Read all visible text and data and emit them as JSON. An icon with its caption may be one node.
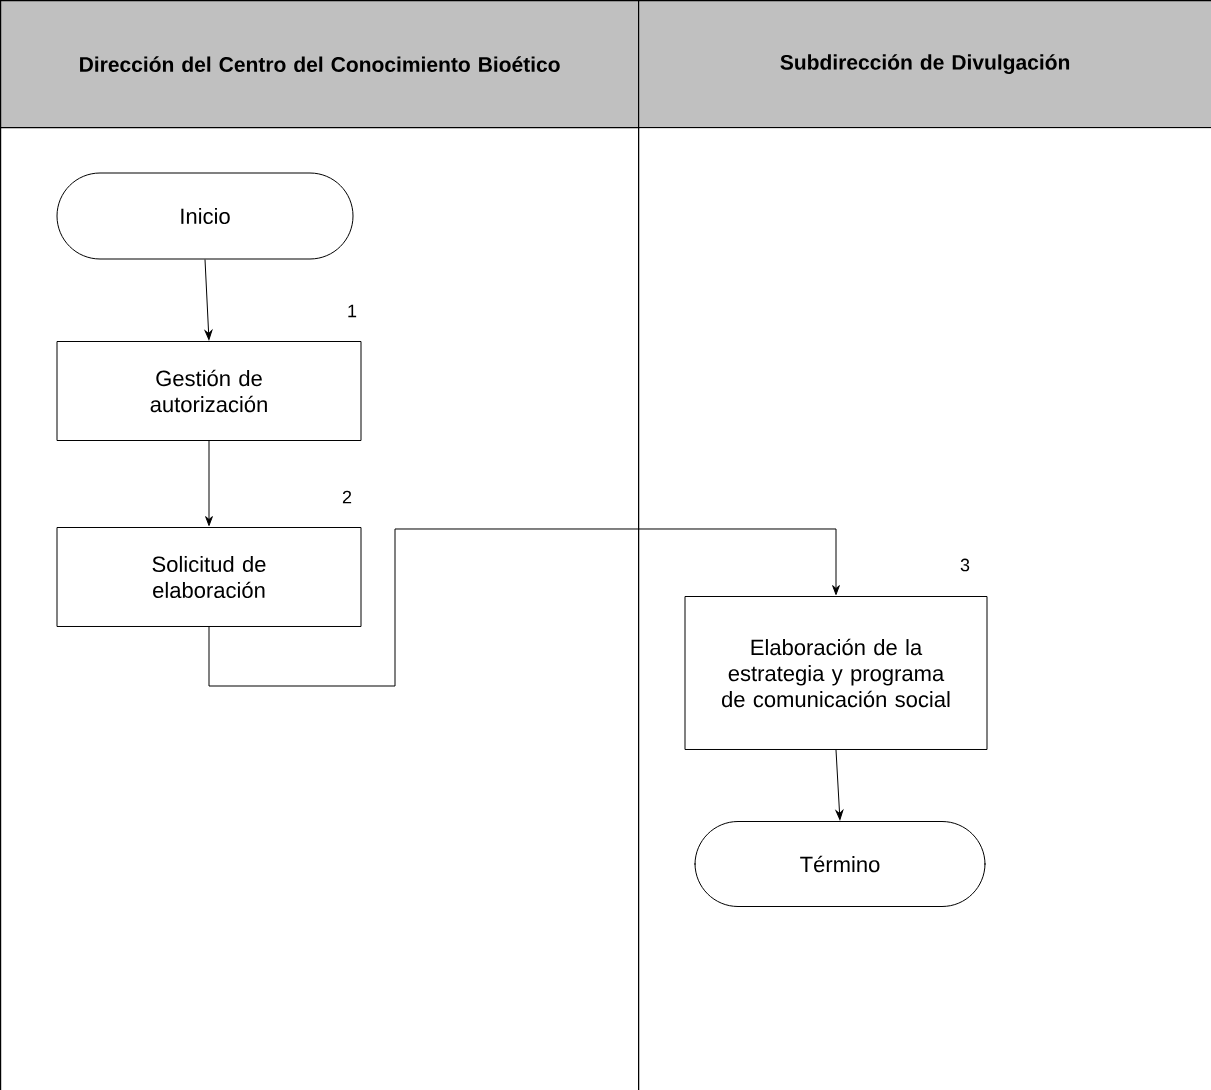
{
  "diagram": {
    "nodes": [
      {
        "text": [
          "Dirección del Centro del Conocimiento Bioético"
        ]
      },
      {
        "text": [
          "Subdirección de Divulgación"
        ]
      },
      {
        "text": [
          "Inicio"
        ],
        "in": 0
      },
      {
        "text": [
          "Gestión de autorización"
        ],
        "in": 0,
        "beside": [
          "1"
        ]
      },
      {
        "text": [
          "Solicitud de elaboración"
        ],
        "in": 0,
        "beside": [
          "2"
        ]
      },
      {
        "text": [
          "Elaboración de la estrategia y programa de comunicación social"
        ],
        "in": 1,
        "beside": [
          "3"
        ]
      },
      {
        "text": [
          "Término"
        ],
        "in": 1
      }
    ],
    "edges": [
      {
        "from": 2,
        "to": 3,
        "arrow": "to"
      },
      {
        "from": 3,
        "to": 4,
        "arrow": "to"
      },
      {
        "from": 4,
        "to": 5,
        "arrow": "to"
      },
      {
        "from": 5,
        "to": 6,
        "arrow": "to"
      }
    ]
  }
}
